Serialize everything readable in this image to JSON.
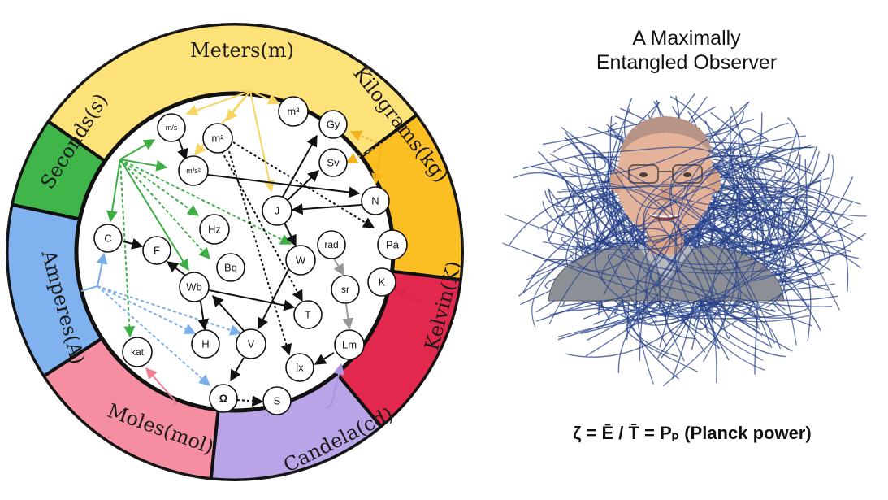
{
  "segments": [
    {
      "id": "meters",
      "label": "Meters(m)",
      "color": "#fde27a"
    },
    {
      "id": "kilograms",
      "label": "Kilograms(kg)",
      "color": "#fbbf24"
    },
    {
      "id": "kelvin",
      "label": "Kelvin(K)",
      "color": "#e3284d"
    },
    {
      "id": "candela",
      "label": "Candela(cd)",
      "color": "#b9a4e8"
    },
    {
      "id": "moles",
      "label": "Moles(mol)",
      "color": "#f58ea0"
    },
    {
      "id": "amperes",
      "label": "Amperes(A)",
      "color": "#7fb2ee"
    },
    {
      "id": "seconds",
      "label": "Seconds(s)",
      "color": "#3fb54a"
    }
  ],
  "units": {
    "m_per_s": "m/s",
    "m2": "m²",
    "m3": "m³",
    "gy": "Gy",
    "sv": "Sv",
    "m_per_s2": "m/s²",
    "j": "J",
    "n": "N",
    "hz": "Hz",
    "c": "C",
    "f": "F",
    "bq": "Bq",
    "w": "W",
    "rad": "rad",
    "pa": "Pa",
    "wb": "Wb",
    "sr": "sr",
    "k": "K",
    "t": "T",
    "h": "H",
    "v": "V",
    "lm": "Lm",
    "kat": "kat",
    "lx": "lx",
    "ohm": "Ω",
    "s": "S"
  },
  "colors": {
    "meters_arrow": "#f7d560",
    "kilograms_arrow": "#f5b21b",
    "seconds_arrow": "#3cae44",
    "amperes_arrow": "#7aaee8",
    "moles_arrow": "#ee7f94",
    "candela_arrow": "#ab94e0",
    "kelvin_arrow": "#d9264a",
    "angle_arrow": "#999999",
    "network": "#27418a"
  },
  "right_panel": {
    "title_line1": "A Maximally",
    "title_line2": "Entangled Observer",
    "formula": "ζ = Ē / T̄ = Pₚ (Planck power)"
  },
  "icons": {
    "observer": "observer-photo-in-network"
  }
}
